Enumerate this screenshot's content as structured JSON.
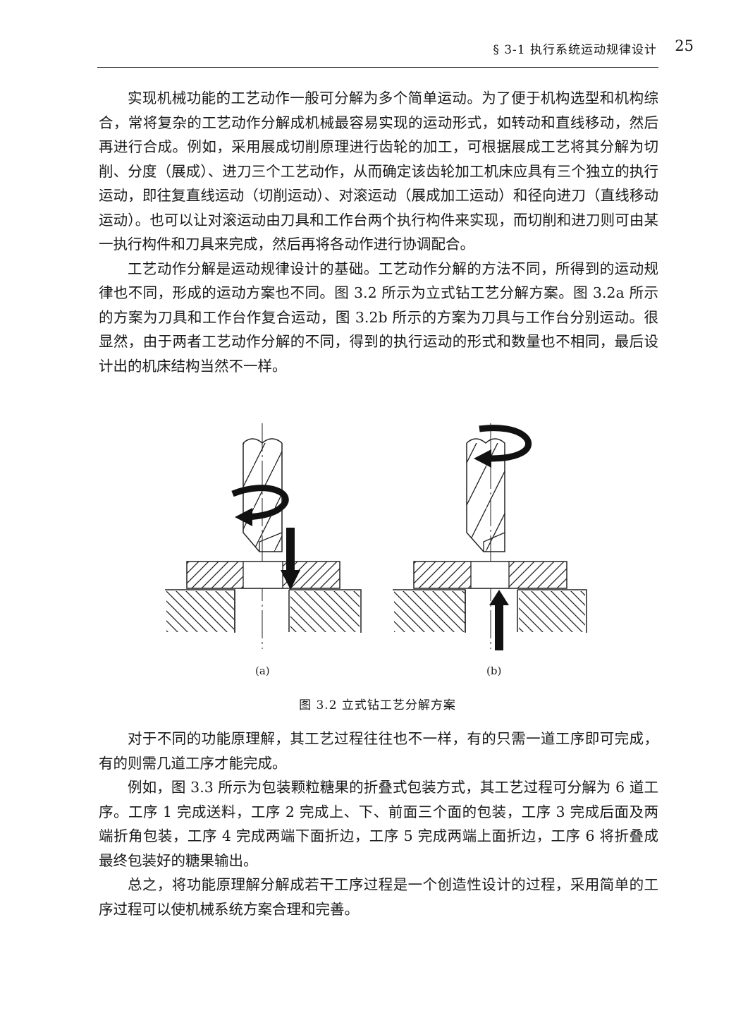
{
  "header": {
    "section": "§ 3-1   执行系统运动规律设计",
    "page_number": "25"
  },
  "paragraphs_top": [
    "实现机械功能的工艺动作一般可分解为多个简单运动。为了便于机构选型和机构综合，常将复杂的工艺动作分解成机械最容易实现的运动形式，如转动和直线移动，然后再进行合成。例如，采用展成切削原理进行齿轮的加工，可根据展成工艺将其分解为切削、分度（展成）、进刀三个工艺动作，从而确定该齿轮加工机床应具有三个独立的执行运动，即往复直线运动（切削运动）、对滚运动（展成加工运动）和径向进刀（直线移动运动）。也可以让对滚运动由刀具和工作台两个执行构件来实现，而切削和进刀则可由某一执行构件和刀具来完成，然后再将各动作进行协调配合。",
    "工艺动作分解是运动规律设计的基础。工艺动作分解的方法不同，所得到的运动规律也不同，形成的运动方案也不同。图 3.2 所示为立式钻工艺分解方案。图 3.2a 所示的方案为刀具和工作台作复合运动，图 3.2b 所示的方案为刀具与工作台分别运动。很显然，由于两者工艺动作分解的不同，得到的执行运动的形式和数量也不相同，最后设计出的机床结构当然不一样。"
  ],
  "figure": {
    "label_a": "(a)",
    "label_b": "(b)",
    "caption": "图 3.2   立式钻工艺分解方案"
  },
  "paragraphs_bottom": [
    "对于不同的功能原理解，其工艺过程往往也不一样，有的只需一道工序即可完成，有的则需几道工序才能完成。",
    "例如，图 3.3 所示为包装颗粒糖果的折叠式包装方式，其工艺过程可分解为 6 道工序。工序 1 完成送料，工序 2 完成上、下、前面三个面的包装，工序 3 完成后面及两端折角包装，工序 4 完成两端下面折边，工序 5 完成两端上面折边，工序 6 将折叠成最终包装好的糖果输出。",
    "总之，将功能原理解分解成若干工序过程是一个创造性设计的过程，采用简单的工序过程可以使机械系统方案合理和完善。"
  ]
}
